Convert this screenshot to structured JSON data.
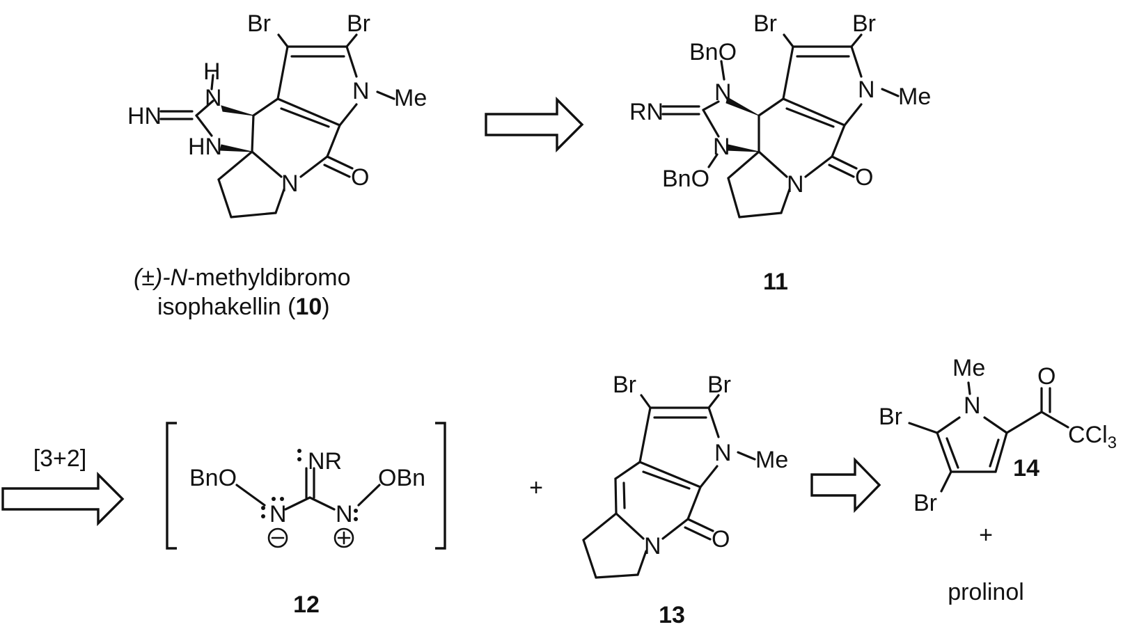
{
  "structures": {
    "compound10": {
      "atoms": {
        "br1": "Br",
        "br2": "Br",
        "nh_h": "H",
        "nh_n": "N",
        "hn_imine": "HN",
        "hn_ring": "HN",
        "n_pyrrole": "N",
        "me": "Me",
        "n_amide": "N",
        "o_carbonyl": "O"
      },
      "caption": {
        "stereo": "(±)-",
        "n_italic": "N",
        "rest": "-methyldibromo",
        "line2": "isophakellin (",
        "number": "10",
        "close": ")"
      }
    },
    "compound11": {
      "atoms": {
        "br1": "Br",
        "br2": "Br",
        "bno_top": "BnO",
        "n_top": "N",
        "rn": "RN",
        "n_bottom": "N",
        "bno_bottom": "BnO",
        "n_pyrrole": "N",
        "me": "Me",
        "n_amide": "N",
        "o_carbonyl": "O"
      },
      "label": "11"
    },
    "dipole12": {
      "atoms": {
        "nr": "NR",
        "bno_left": "BnO",
        "obn_right": "OBn",
        "n_left": "N",
        "n_right": "N"
      },
      "label": "12"
    },
    "compound13": {
      "atoms": {
        "br1": "Br",
        "br2": "Br",
        "n_pyrrole": "N",
        "me": "Me",
        "n_amide": "N",
        "o_carbonyl": "O"
      },
      "label": "13"
    },
    "compound14": {
      "atoms": {
        "me": "Me",
        "n": "N",
        "o": "O",
        "ccl": "CCl",
        "ccl_sub": "3",
        "br_top": "Br",
        "br_bottom": "Br"
      },
      "label": "14"
    }
  },
  "arrows": {
    "cycloaddition_label": "[3+2]"
  },
  "plus_signs": {
    "plus1": "+",
    "plus2": "+"
  },
  "prolinol": "prolinol"
}
